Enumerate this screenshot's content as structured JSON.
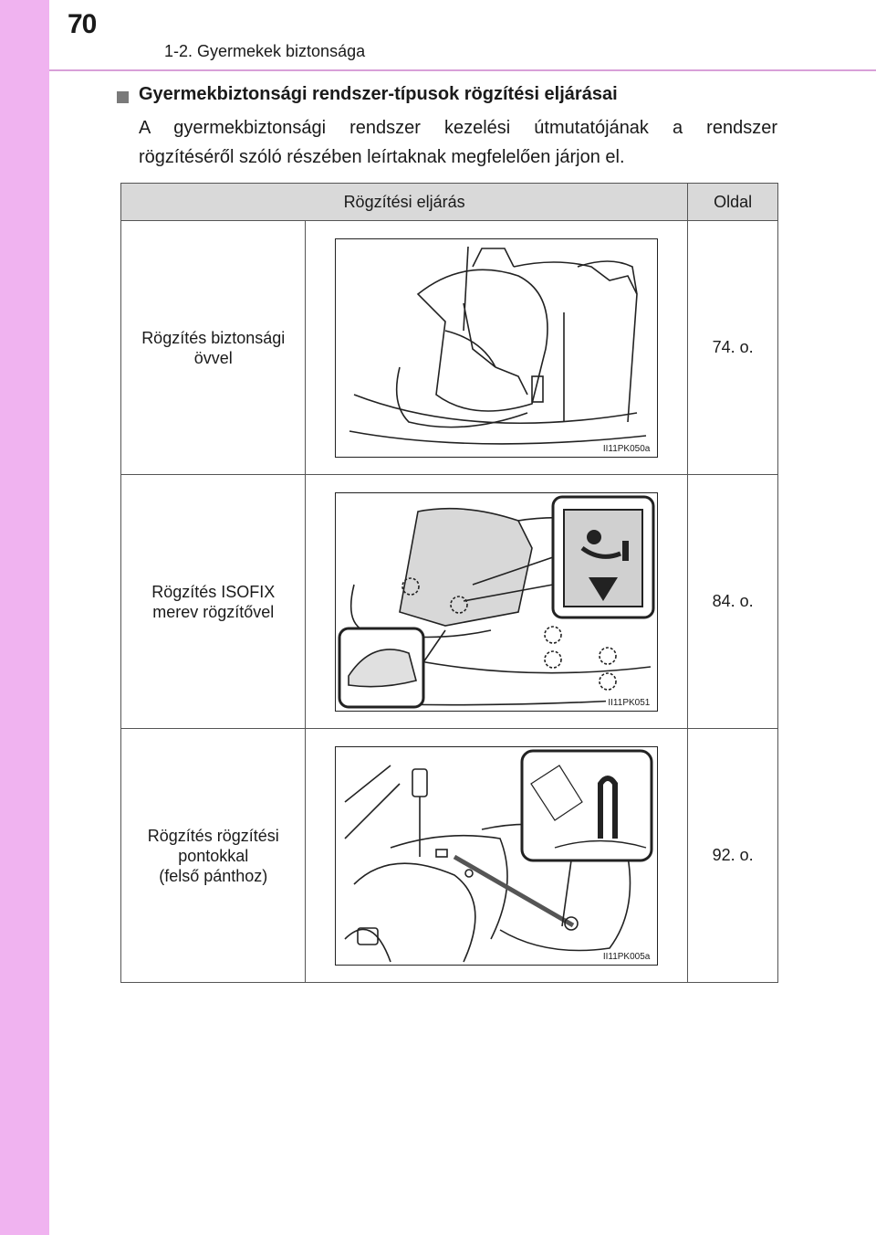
{
  "header": {
    "page_number": "70",
    "chapter": "1-2. Gyermekek biztonsága"
  },
  "section": {
    "heading": "Gyermekbiztonsági rendszer-típusok rögzítési eljárásai",
    "body_line1": "A gyermekbiztonsági rendszer kezelési útmutatójának a rendszer",
    "body_line2": "rögzítéséről szóló részében leírtaknak megfelelően járjon el."
  },
  "table": {
    "col_method": "Rögzítési eljárás",
    "col_page": "Oldal",
    "rows": [
      {
        "method": "Rögzítés biztonsági\növvel",
        "fig_code": "II11PK050a",
        "page": "74. o."
      },
      {
        "method": "Rögzítés ISOFIX\nmerev rögzítővel",
        "fig_code": "II11PK051",
        "page": "84. o."
      },
      {
        "method": "Rögzítés rögzítési\npontokkal\n(felső pánthoz)",
        "fig_code": "II11PK005a",
        "page": "92. o."
      }
    ]
  },
  "colors": {
    "side_band": "#f0b3f0",
    "header_rule": "#d8a0d8",
    "table_header": "#d9d9d9"
  }
}
